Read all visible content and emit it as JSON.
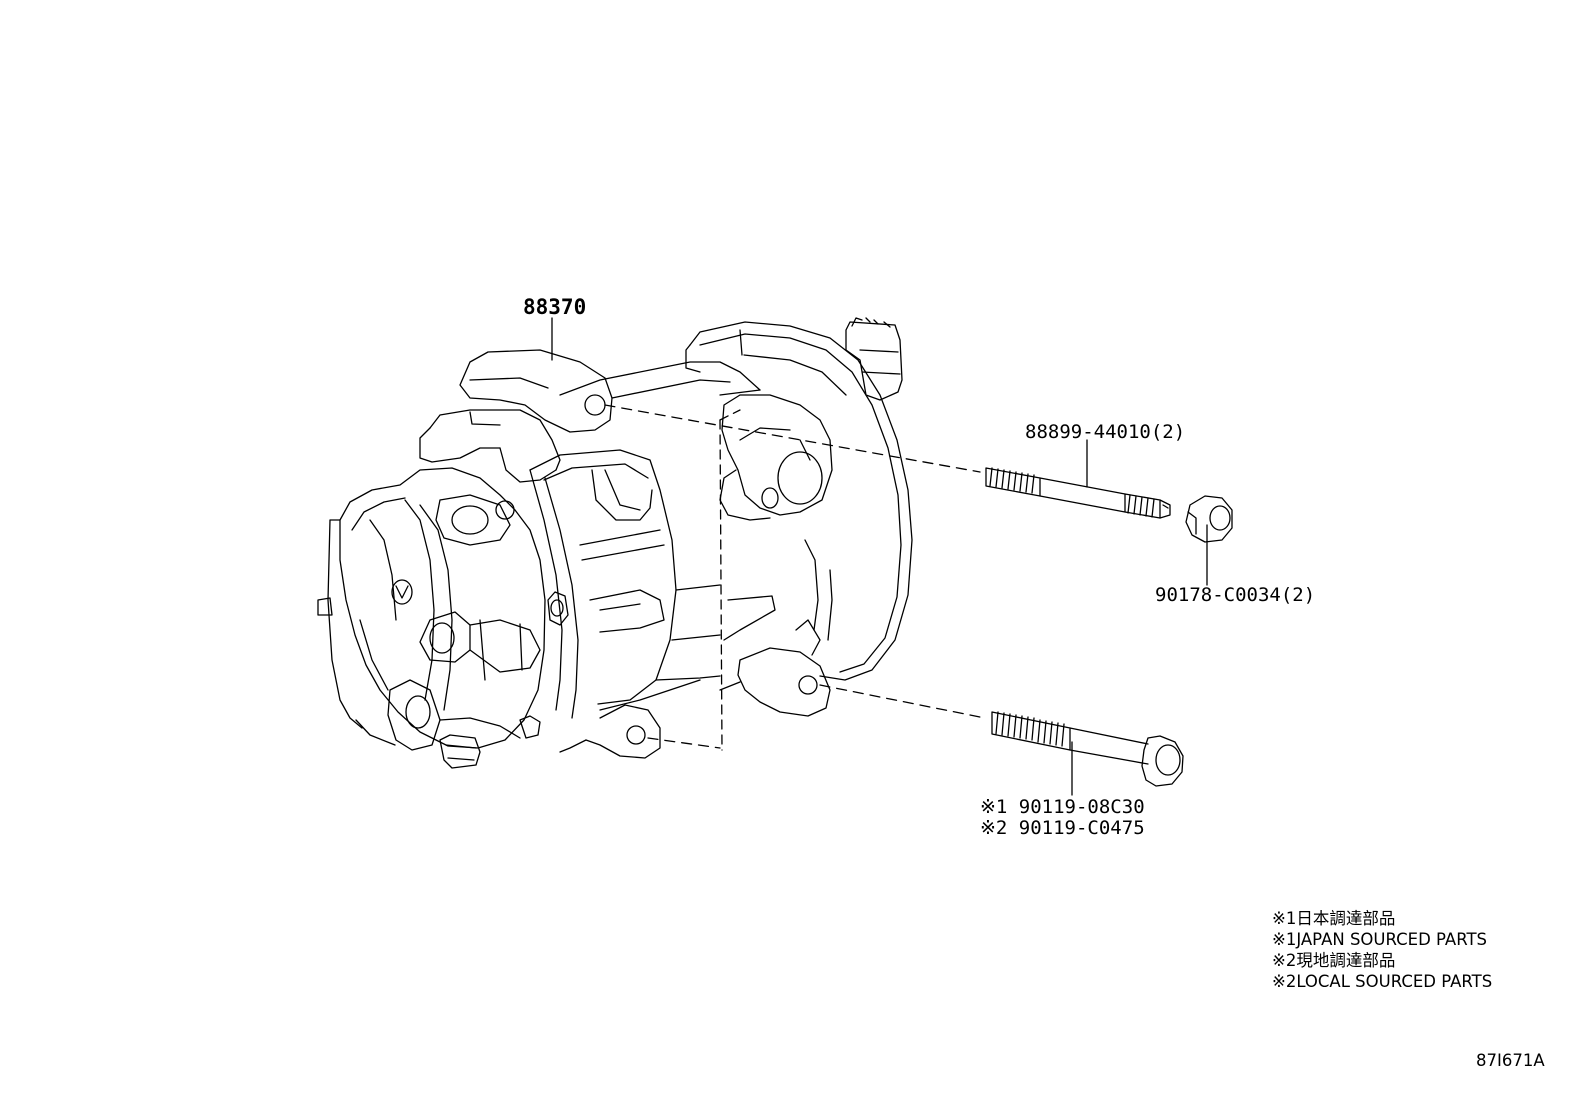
{
  "parts": {
    "compressor": {
      "number": "88370"
    },
    "stud_bolt": {
      "number": "88899-44010(2)"
    },
    "nut": {
      "number": "90178-C0034(2)"
    },
    "bolt": {
      "numbers": [
        "※1 90119-08C30",
        "※2 90119-C0475"
      ]
    }
  },
  "legend": [
    "※1日本調達部品",
    "※1JAPAN SOURCED PARTS",
    "※2現地調達部品",
    "※2LOCAL SOURCED PARTS"
  ],
  "drawing_id": "87I671A"
}
